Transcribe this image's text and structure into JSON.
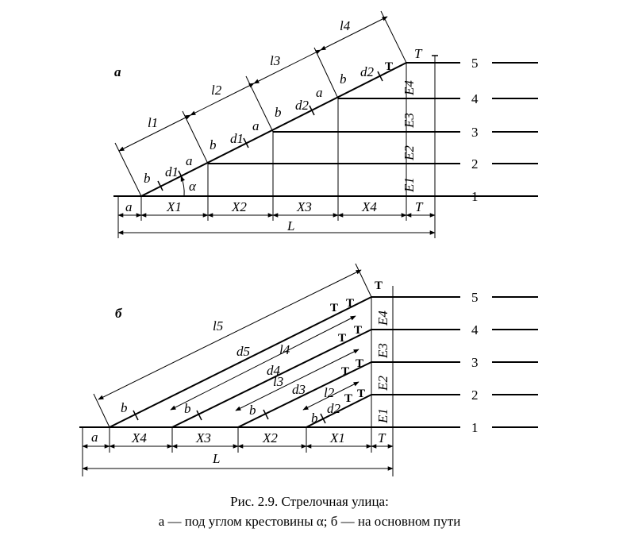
{
  "figure_a": {
    "panel": "а",
    "track_numbers": [
      "1",
      "2",
      "3",
      "4",
      "5"
    ],
    "length_labels": [
      "l1",
      "l2",
      "l3",
      "l4"
    ],
    "d_labels": [
      "d1",
      "d2"
    ],
    "x_labels": [
      "X1",
      "X2",
      "X3",
      "X4"
    ],
    "e_labels": [
      "E1",
      "E2",
      "E3",
      "E4"
    ],
    "a_label": "a",
    "b_label": "b",
    "t_label": "T",
    "L_label": "L",
    "alpha_label": "α"
  },
  "figure_b": {
    "panel": "б",
    "track_numbers": [
      "1",
      "2",
      "3",
      "4",
      "5"
    ],
    "length_labels": [
      "l2",
      "l3",
      "l4",
      "l5"
    ],
    "d_labels": [
      "d2",
      "d3",
      "d4",
      "d5"
    ],
    "x_labels": [
      "X4",
      "X3",
      "X2",
      "X1"
    ],
    "e_labels": [
      "E1",
      "E2",
      "E3",
      "E4"
    ],
    "a_label": "a",
    "b_label": "b",
    "t_label": "T",
    "L_label": "L"
  },
  "caption": {
    "line1": "Рис. 2.9. Стрелочная улица:",
    "line2": "а — под углом крестовины α; б — на основном пути"
  }
}
